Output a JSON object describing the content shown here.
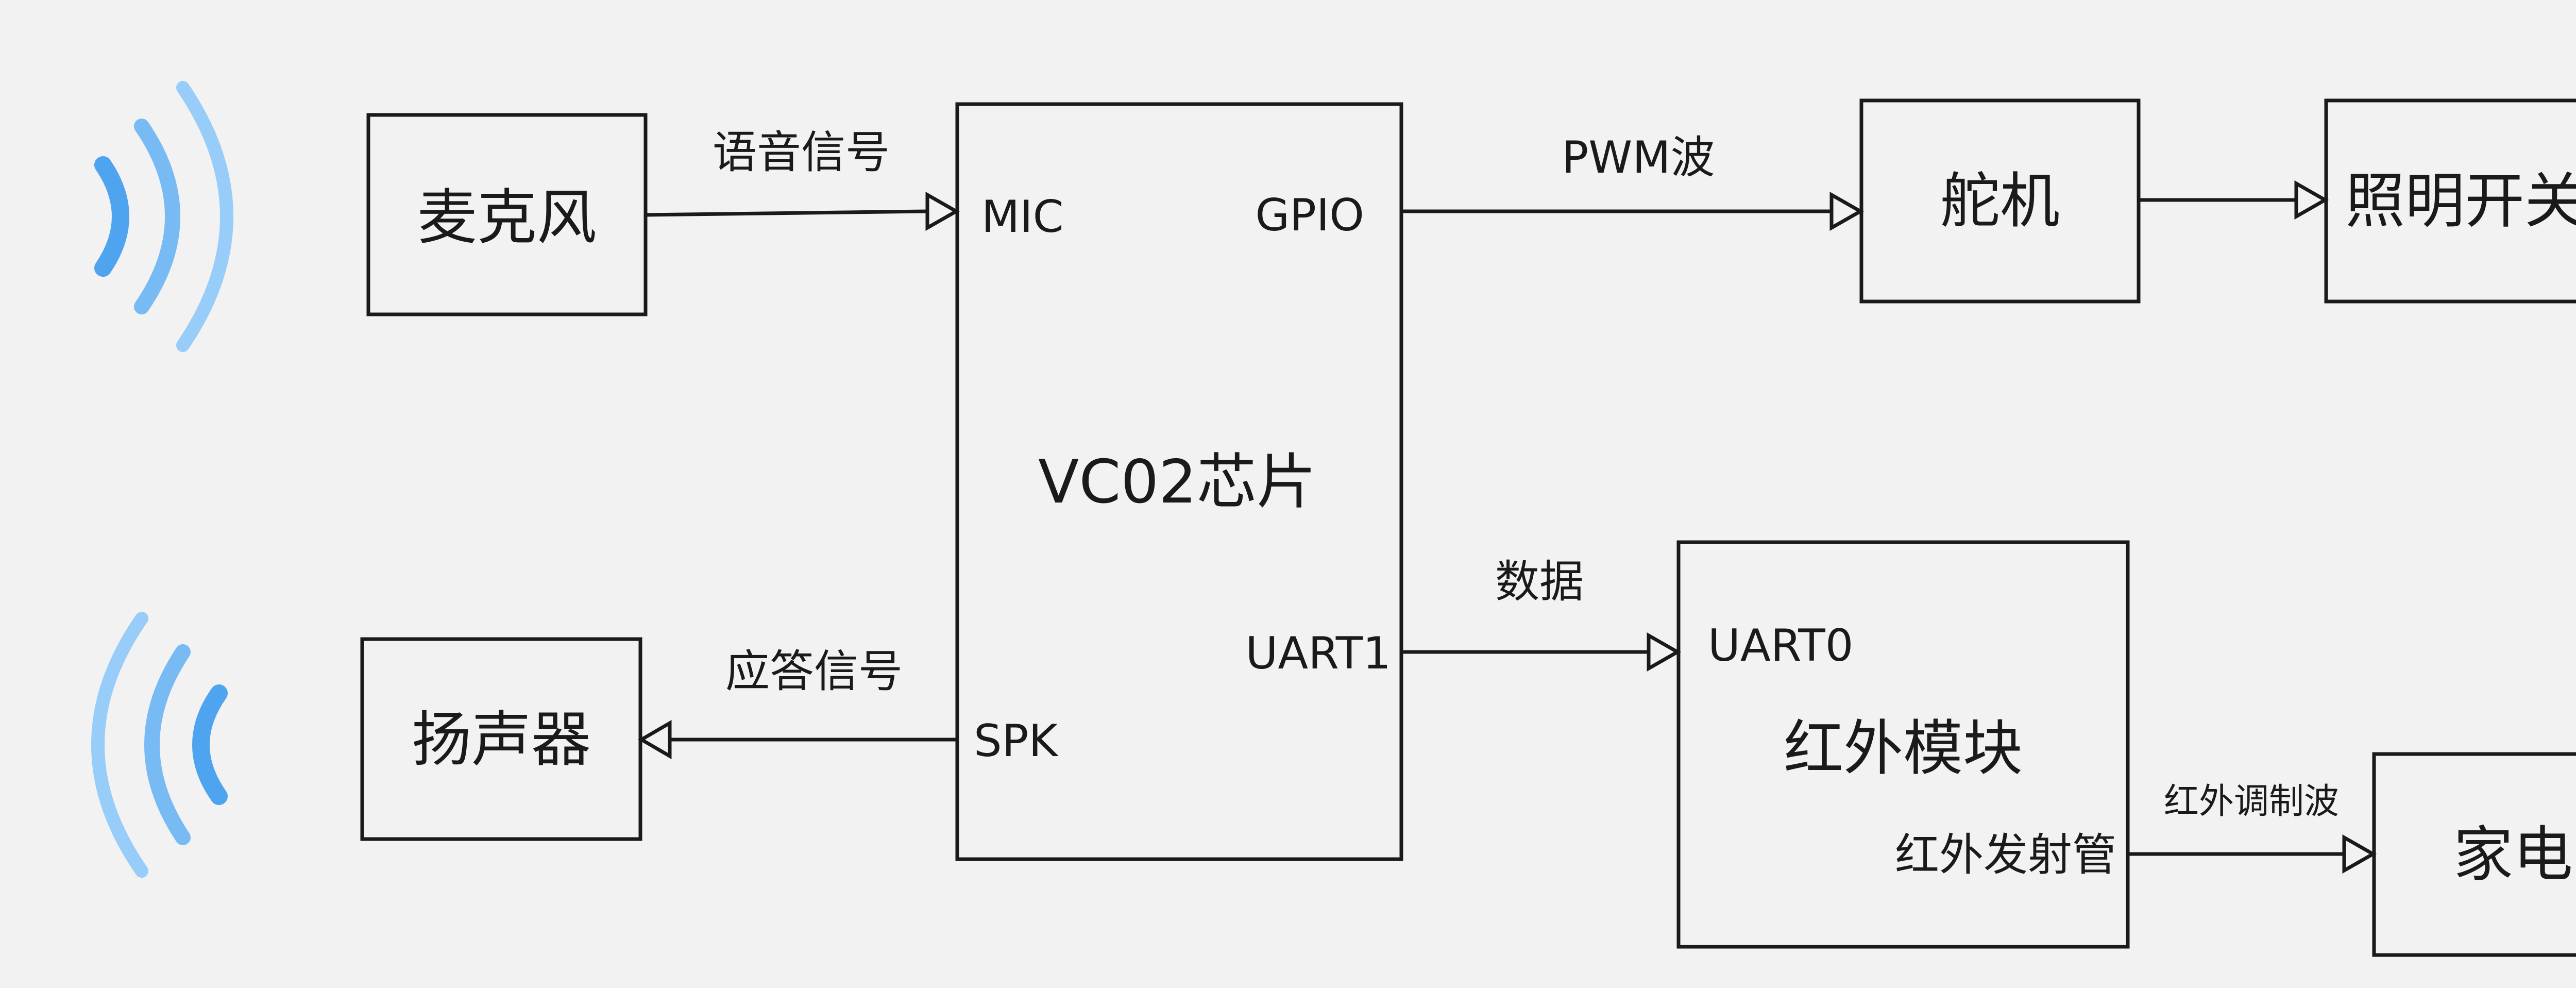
{
  "colors": {
    "background": "#f2f2f2",
    "line": "#1a1a1a",
    "wave_inner": "#4ea4ee",
    "wave_middle": "#78baf3",
    "wave_outer": "#97cdf8"
  },
  "icons": {
    "top": "sound-wave-incoming-icon",
    "bottom": "sound-wave-outgoing-icon"
  },
  "nodes": {
    "microphone": "麦克风",
    "speaker": "扬声器",
    "chip": "VC02芯片",
    "servo": "舵机",
    "light_switch": "照明开关",
    "ir_module": "红外模块",
    "appliance": "家电"
  },
  "ports": {
    "mic": "MIC",
    "gpio": "GPIO",
    "uart1": "UART1",
    "spk": "SPK",
    "uart0": "UART0",
    "ir_emitter": "红外发射管"
  },
  "edges": {
    "voice_signal": "语音信号",
    "response_signal": "应答信号",
    "pwm_wave": "PWM波",
    "data": "数据",
    "ir_modulated_wave": "红外调制波"
  }
}
